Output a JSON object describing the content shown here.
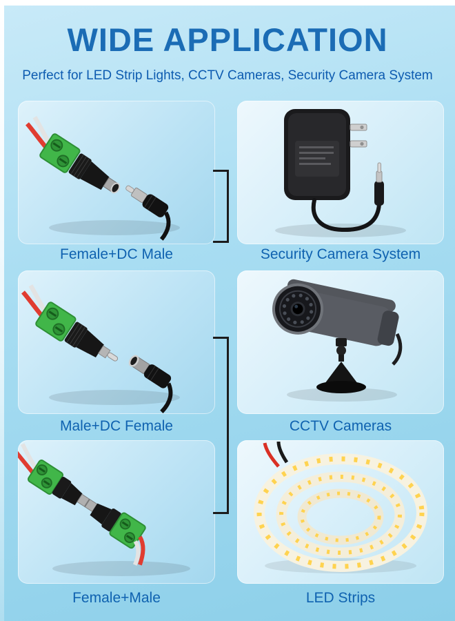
{
  "header": {
    "title": "WIDE APPLICATION",
    "subtitle": "Perfect for LED Strip Lights, CCTV Cameras, Security Camera System"
  },
  "connectors": [
    {
      "label": "Female+DC Male"
    },
    {
      "label": "Male+DC Female"
    },
    {
      "label": "Female+Male"
    }
  ],
  "applications": [
    {
      "label": "Security Camera System"
    },
    {
      "label": "CCTV Cameras"
    },
    {
      "label": "LED Strips"
    }
  ],
  "colors": {
    "title_blue": "#1b6cb5",
    "label_blue": "#0f62b0",
    "background_blue": "#a8ddf2",
    "terminal_green": "#41b649",
    "bracket_black": "#1c1c1c"
  }
}
